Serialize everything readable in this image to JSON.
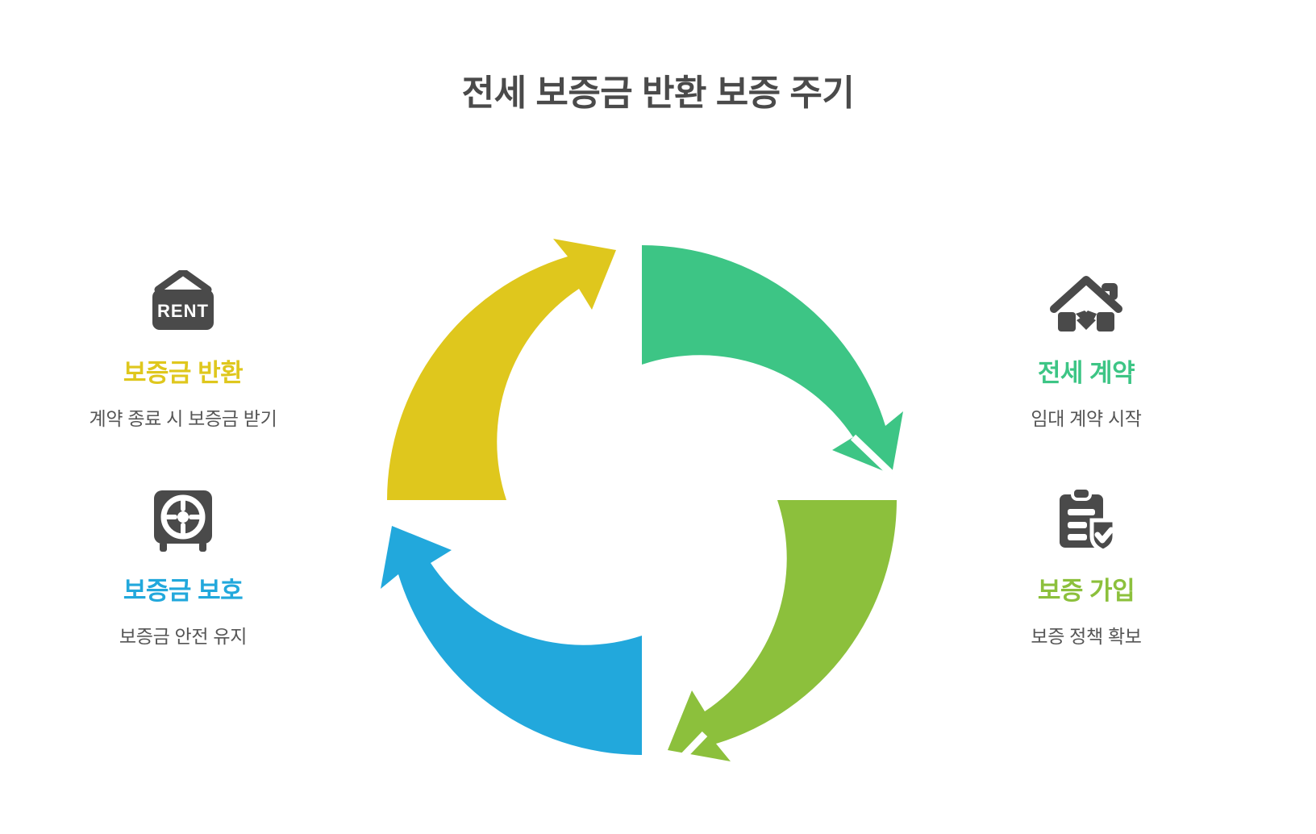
{
  "page": {
    "title": "전세 보증금 반환 보증 주기",
    "background": "#ffffff",
    "title_color": "#4a4a4a",
    "body_text_color": "#555555"
  },
  "palette": {
    "yellow": "#dfc71d",
    "green": "#3dc585",
    "olive": "#8cc03c",
    "blue": "#22a8dc",
    "icon_dark": "#4a4a4a"
  },
  "chart_data": {
    "type": "pie",
    "title": "전세 보증금 반환 보증 주기",
    "legend_position": "left-and-right",
    "categories": [
      "전세 계약",
      "보증 가입",
      "보증금 보호",
      "보증금 반환"
    ],
    "values": [
      25,
      25,
      25,
      25
    ],
    "colors": [
      "#3dc585",
      "#8cc03c",
      "#22a8dc",
      "#dfc71d"
    ],
    "annotations": [
      "임대 계약 시작",
      "보증 정책 확보",
      "보증금 안전 유지",
      "계약 종료 시 보증금 받기"
    ]
  },
  "cycle": {
    "segments": [
      {
        "id": "contract",
        "label": "전세 계약",
        "color": "#3dc585",
        "quadrant": "top-right"
      },
      {
        "id": "guarantee-signup",
        "label": "보증 가입",
        "color": "#8cc03c",
        "quadrant": "bottom-right"
      },
      {
        "id": "deposit-protection",
        "label": "보증금 보호",
        "color": "#22a8dc",
        "quadrant": "bottom-left"
      },
      {
        "id": "deposit-return",
        "label": "보증금 반환",
        "color": "#dfc71d",
        "quadrant": "top-left"
      }
    ]
  },
  "left_column": {
    "steps": [
      {
        "id": "deposit-return",
        "icon": "rent-sign-icon",
        "icon_text": "RENT",
        "title": "보증금 반환",
        "title_color": "#dfc71d",
        "desc": "계약 종료 시 보증금 받기"
      },
      {
        "id": "deposit-protection",
        "icon": "safe-vault-icon",
        "title": "보증금 보호",
        "title_color": "#22a8dc",
        "desc": "보증금 안전 유지"
      }
    ]
  },
  "right_column": {
    "steps": [
      {
        "id": "contract",
        "icon": "house-handshake-icon",
        "title": "전세 계약",
        "title_color": "#3dc585",
        "desc": "임대 계약 시작"
      },
      {
        "id": "guarantee-signup",
        "icon": "clipboard-shield-check-icon",
        "title": "보증 가입",
        "title_color": "#8cc03c",
        "desc": "보증 정책 확보"
      }
    ]
  }
}
